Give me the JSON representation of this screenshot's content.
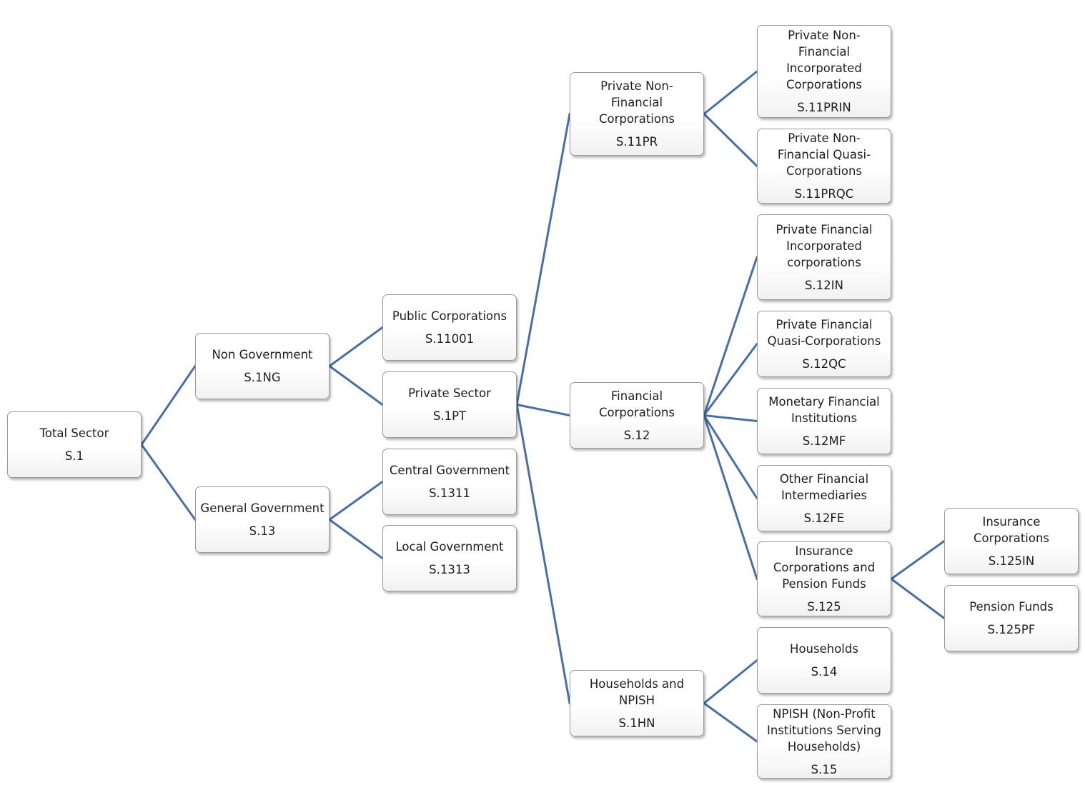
{
  "diagram": {
    "line_color": "#4a6fa5",
    "nodes": {
      "total": {
        "label": "Total Sector",
        "code": "S.1"
      },
      "nongov": {
        "label": "Non Government",
        "code": "S.1NG"
      },
      "gengov": {
        "label": "General Government",
        "code": "S.13"
      },
      "public": {
        "label": "Public Corporations",
        "code": "S.11001"
      },
      "private": {
        "label": "Private Sector",
        "code": "S.1PT"
      },
      "central": {
        "label": "Central Government",
        "code": "S.1311"
      },
      "local": {
        "label": "Local Government",
        "code": "S.1313"
      },
      "pnfc": {
        "label": "Private Non-\nFinancial\nCorporations",
        "code": "S.11PR"
      },
      "fincorp": {
        "label": "Financial\nCorporations",
        "code": "S.12"
      },
      "hh_npish": {
        "label": "Households and\nNPISH",
        "code": "S.1HN"
      },
      "pnf_inc": {
        "label": "Private Non-\nFinancial\nIncorporated\nCorporations",
        "code": "S.11PRIN"
      },
      "pnf_quasi": {
        "label": "Private Non-\nFinancial Quasi-\nCorporations",
        "code": "S.11PRQC"
      },
      "pf_inc": {
        "label": "Private Financial\nIncorporated\ncorporations",
        "code": "S.12IN"
      },
      "pf_quasi": {
        "label": "Private Financial\nQuasi-Corporations",
        "code": "S.12QC"
      },
      "monetary": {
        "label": "Monetary Financial\nInstitutions",
        "code": "S.12MF"
      },
      "other_fin": {
        "label": "Other Financial\nIntermediaries",
        "code": "S.12FE"
      },
      "ins_pension": {
        "label": "Insurance\nCorporations and\nPension Funds",
        "code": "S.125"
      },
      "households": {
        "label": "Households",
        "code": "S.14"
      },
      "npish": {
        "label": "NPISH (Non-Profit\nInstitutions Serving\nHouseholds)",
        "code": "S.15"
      },
      "ins_corp": {
        "label": "Insurance\nCorporations",
        "code": "S.125IN"
      },
      "pension": {
        "label": "Pension Funds",
        "code": "S.125PF"
      }
    },
    "edges": [
      [
        "total",
        "nongov"
      ],
      [
        "total",
        "gengov"
      ],
      [
        "nongov",
        "public"
      ],
      [
        "nongov",
        "private"
      ],
      [
        "gengov",
        "central"
      ],
      [
        "gengov",
        "local"
      ],
      [
        "private",
        "pnfc"
      ],
      [
        "private",
        "fincorp"
      ],
      [
        "private",
        "hh_npish"
      ],
      [
        "pnfc",
        "pnf_inc"
      ],
      [
        "pnfc",
        "pnf_quasi"
      ],
      [
        "fincorp",
        "pf_inc"
      ],
      [
        "fincorp",
        "pf_quasi"
      ],
      [
        "fincorp",
        "monetary"
      ],
      [
        "fincorp",
        "other_fin"
      ],
      [
        "fincorp",
        "ins_pension"
      ],
      [
        "hh_npish",
        "households"
      ],
      [
        "hh_npish",
        "npish"
      ],
      [
        "ins_pension",
        "ins_corp"
      ],
      [
        "ins_pension",
        "pension"
      ]
    ]
  }
}
